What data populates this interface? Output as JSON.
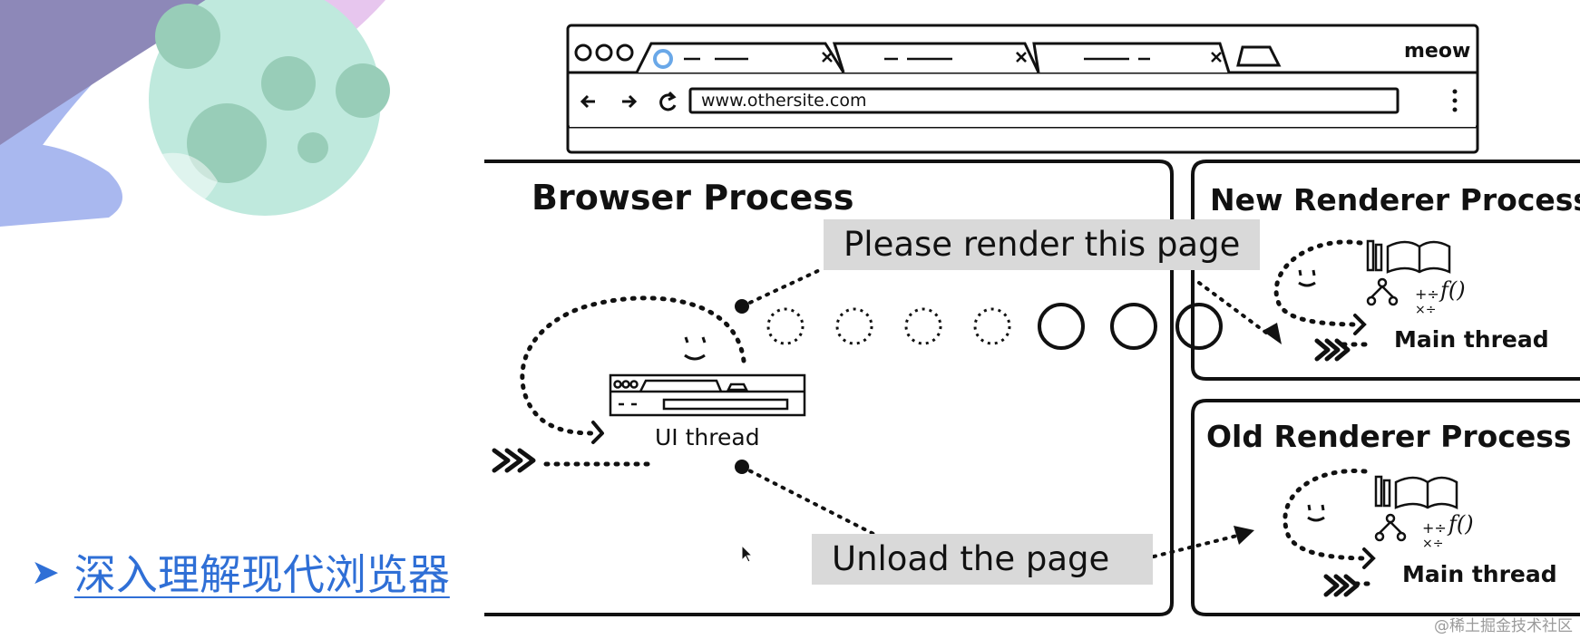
{
  "browser": {
    "url": "www.othersite.com",
    "brand": "meow"
  },
  "diagram": {
    "browser_process": "Browser Process",
    "ui_thread": "UI thread",
    "new_renderer": "New Renderer Process",
    "old_renderer": "Old Renderer Process",
    "main_thread_new": "Main thread",
    "main_thread_old": "Main thread",
    "msg_render": "Please render this page",
    "msg_unload": "Unload the page"
  },
  "slide": {
    "bullet_icon": "triangle-arrow-icon",
    "link_text": "深入理解现代浏览器",
    "credit": "@稀土掘金技术社区"
  },
  "colors": {
    "link": "#2f6fd6",
    "msg_bg": "#d9d9d9",
    "planet": "#bfe9dd",
    "planet_spot": "#98cdb8",
    "sky_purple": "#8d88b8",
    "sky_blue": "#a9b8ef",
    "sky_pink": "#e7c6ee"
  }
}
